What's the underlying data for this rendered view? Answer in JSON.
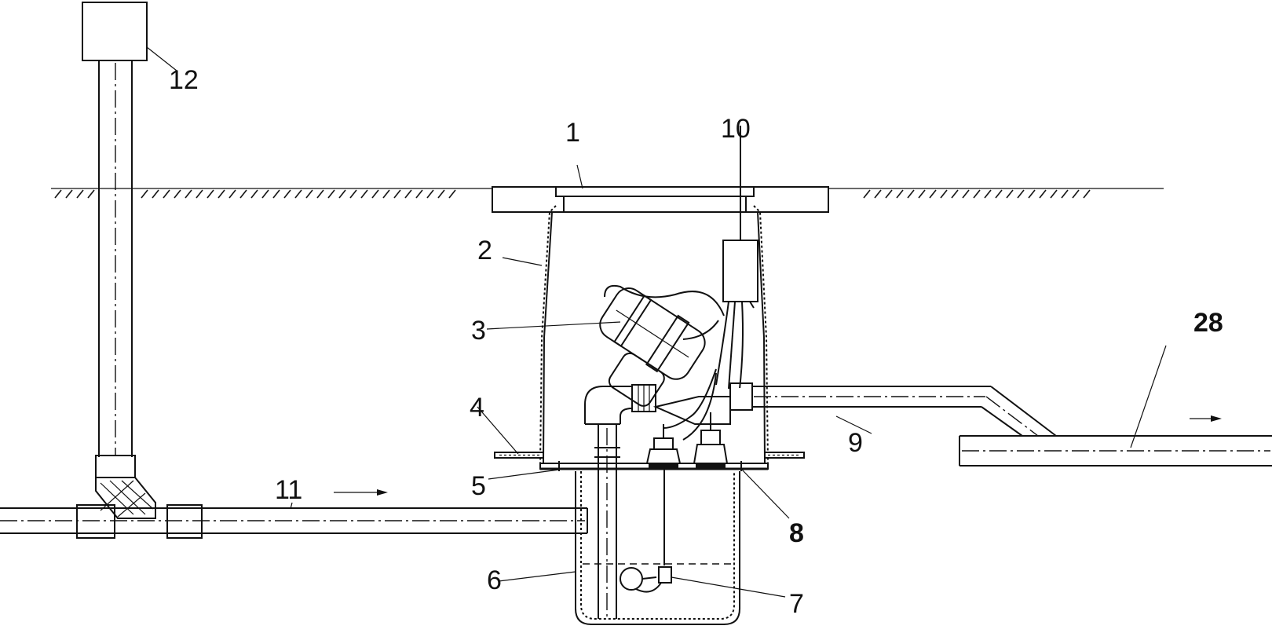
{
  "labels": {
    "l1": "1",
    "l2": "2",
    "l3": "3",
    "l4": "4",
    "l5": "5",
    "l6": "6",
    "l7": "7",
    "l8": "8",
    "l9": "9",
    "l10": "10",
    "l11": "11",
    "l12": "12",
    "l28": "28"
  }
}
